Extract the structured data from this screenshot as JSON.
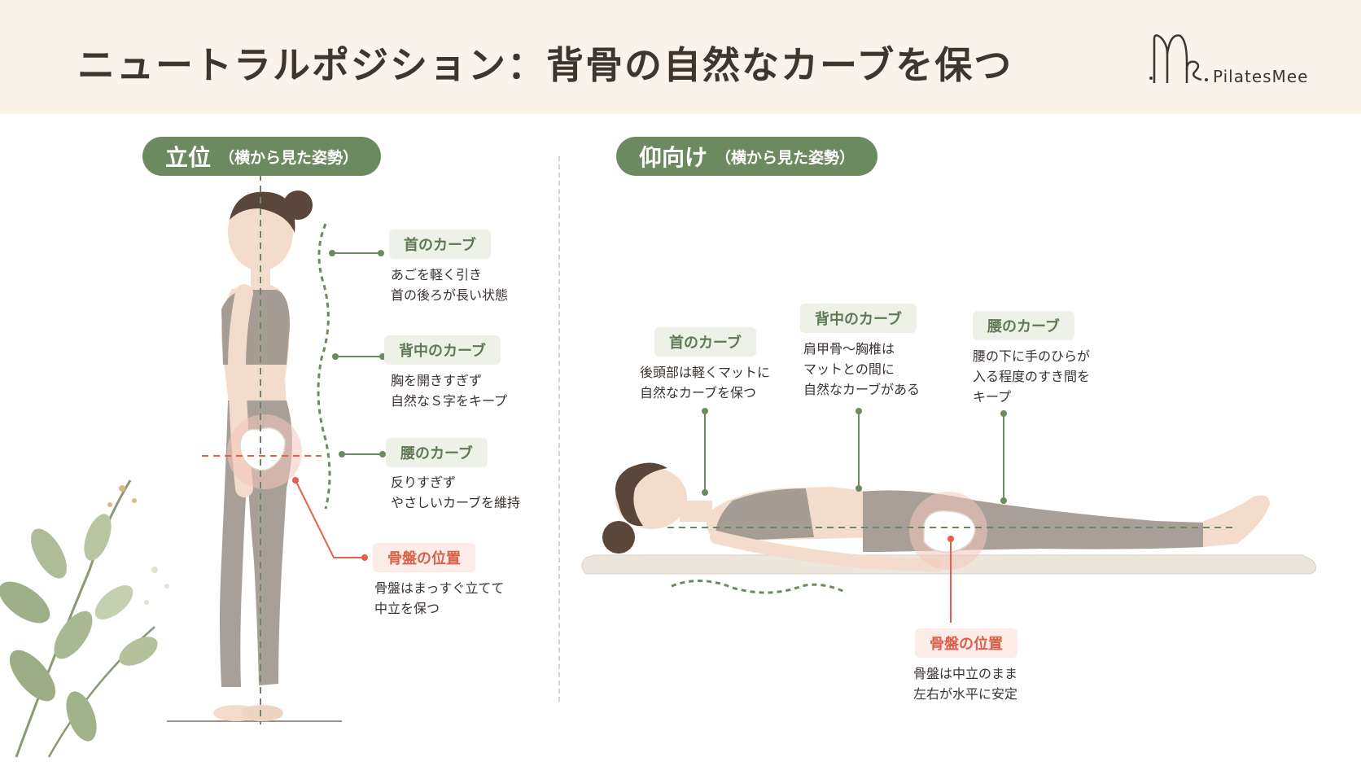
{
  "title": "ニュートラルポジション：背骨の自然なカーブを保つ",
  "logo": {
    "text": "PilatesMee"
  },
  "colors": {
    "accent_green": "#6c8a5f",
    "accent_red": "#d9614a",
    "header_bg": "#f9f3ea"
  },
  "standing": {
    "heading": "立位",
    "subheading": "（横から見た姿勢）",
    "labels": [
      {
        "tag": "首のカーブ",
        "lines": [
          "あごを軽く引き",
          "首の後ろが長い状態"
        ]
      },
      {
        "tag": "背中のカーブ",
        "lines": [
          "胸を開きすぎず",
          "自然なＳ字をキープ"
        ]
      },
      {
        "tag": "腰のカーブ",
        "lines": [
          "反りすぎず",
          "やさしいカーブを維持"
        ]
      },
      {
        "tag": "骨盤の位置",
        "lines": [
          "骨盤はまっすぐ立てて",
          "中立を保つ"
        ]
      }
    ]
  },
  "supine": {
    "heading": "仰向け",
    "subheading": "（横から見た姿勢）",
    "labels": [
      {
        "tag": "首のカーブ",
        "lines": [
          "後頭部は軽くマットに",
          "自然なカーブを保つ"
        ]
      },
      {
        "tag": "背中のカーブ",
        "lines": [
          "肩甲骨〜胸椎は",
          "マットとの間に",
          "自然なカーブがある"
        ]
      },
      {
        "tag": "腰のカーブ",
        "lines": [
          "腰の下に手のひらが",
          "入る程度のすき間を",
          "キープ"
        ]
      },
      {
        "tag": "骨盤の位置",
        "lines": [
          "骨盤は中立のまま",
          "左右が水平に安定"
        ]
      }
    ]
  }
}
